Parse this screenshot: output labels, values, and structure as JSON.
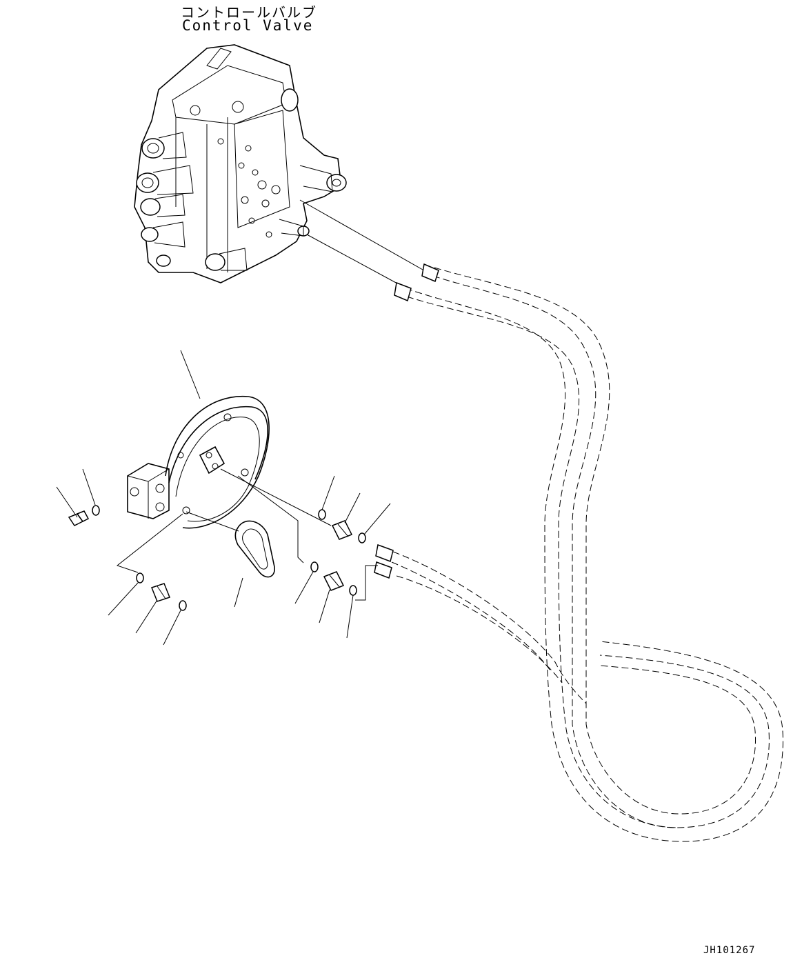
{
  "labels": {
    "control_valve_jp": "コントロールバルブ",
    "control_valve_en": "Control Valve"
  },
  "drawing_id": "JH101267"
}
